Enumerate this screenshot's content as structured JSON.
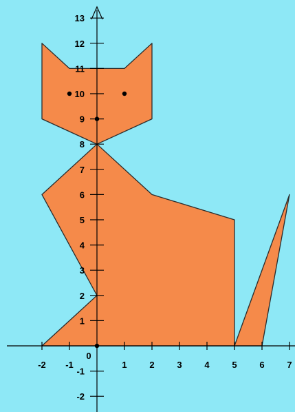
{
  "colors": {
    "background": "#8ee8f6",
    "fill": "#f58a4a",
    "stroke": "#2b2b2b",
    "axis": "#000000"
  },
  "axes": {
    "x_ticks": [
      "-2",
      "-1",
      "0",
      "1",
      "2",
      "3",
      "4",
      "5",
      "6",
      "7"
    ],
    "y_ticks_positive": [
      "1",
      "2",
      "3",
      "4",
      "5",
      "6",
      "7",
      "8",
      "9",
      "10",
      "11",
      "12",
      "13"
    ],
    "y_ticks_negative": [
      "-1",
      "-2"
    ]
  },
  "shapes": {
    "head": [
      [
        -2,
        12
      ],
      [
        -1,
        11
      ],
      [
        1,
        11
      ],
      [
        2,
        12
      ],
      [
        2,
        9
      ],
      [
        0,
        8
      ],
      [
        -2,
        9
      ]
    ],
    "body": [
      [
        0,
        8
      ],
      [
        -2,
        6
      ],
      [
        0,
        2
      ],
      [
        -2,
        0
      ],
      [
        5,
        0
      ],
      [
        5,
        5
      ],
      [
        2,
        6
      ]
    ],
    "tail": [
      [
        5,
        0
      ],
      [
        7,
        6
      ],
      [
        6,
        0
      ]
    ]
  },
  "points": [
    [
      -1,
      10
    ],
    [
      1,
      10
    ],
    [
      0,
      9
    ],
    [
      0,
      0
    ]
  ],
  "icons": [
    "arrow-up-icon"
  ]
}
